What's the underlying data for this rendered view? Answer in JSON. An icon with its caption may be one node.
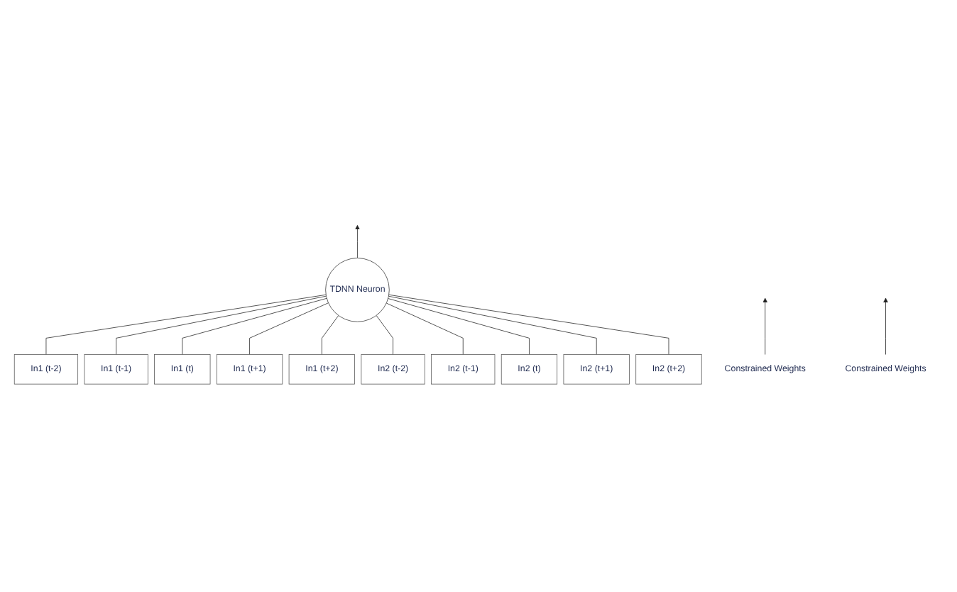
{
  "diagram": {
    "nodes": [
      {
        "text": [
          "TDNN Neuron"
        ]
      },
      {
        "text": [
          "Constrained Weights"
        ]
      },
      {
        "text": [
          "Constrained Weights"
        ]
      },
      {
        "text": [
          "In1 (t-2)"
        ]
      },
      {
        "text": [
          "In1 (t-1)"
        ]
      },
      {
        "text": [
          "In1 (t)"
        ]
      },
      {
        "text": [
          "In1 (t+1)"
        ]
      },
      {
        "text": [
          "In1 (t+2)"
        ]
      },
      {
        "text": [
          "In2 (t-2)"
        ]
      },
      {
        "text": [
          "In2 (t-1)"
        ]
      },
      {
        "text": [
          "In2 (t)"
        ]
      },
      {
        "text": [
          "In2 (t+1)"
        ]
      },
      {
        "text": [
          "In2 (t+2)"
        ]
      }
    ],
    "edges": [
      {
        "from": 0,
        "to": null,
        "arrow": "to"
      },
      {
        "from": 1,
        "to": null,
        "arrow": "to"
      },
      {
        "from": 2,
        "to": null,
        "arrow": "to"
      },
      {
        "from": 3,
        "to": 0,
        "arrow": "none"
      },
      {
        "from": 4,
        "to": 0,
        "arrow": "none"
      },
      {
        "from": 5,
        "to": 0,
        "arrow": "none"
      },
      {
        "from": 6,
        "to": 0,
        "arrow": "none"
      },
      {
        "from": 7,
        "to": 0,
        "arrow": "none"
      },
      {
        "from": 8,
        "to": 0,
        "arrow": "none"
      },
      {
        "from": 9,
        "to": 0,
        "arrow": "none"
      },
      {
        "from": 10,
        "to": 0,
        "arrow": "none"
      },
      {
        "from": 11,
        "to": 0,
        "arrow": "none"
      },
      {
        "from": 12,
        "to": 0,
        "arrow": "none"
      }
    ]
  }
}
